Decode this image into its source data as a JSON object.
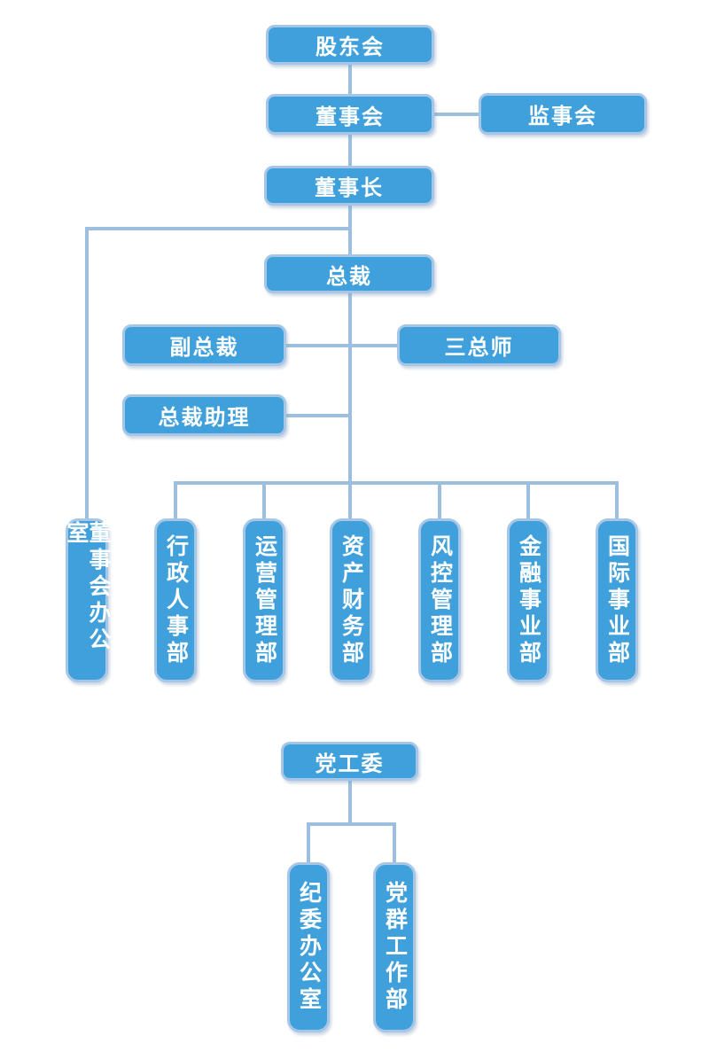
{
  "chart_type": "org-chart",
  "colors": {
    "node_fill": "#3FA0DC",
    "node_border": "#A6C6E7",
    "connector_line": "#9CBFE0",
    "node_text": "#FFFFFF",
    "background": "#FFFFFF"
  },
  "nodes": {
    "shareholders": "股东会",
    "board": "董事会",
    "supervisory": "监事会",
    "chairman": "董事长",
    "president": "总裁",
    "vice_president": "副总裁",
    "three_chiefs": "三总师",
    "president_assistant": "总裁助理",
    "departments": [
      "董事会办公室",
      "行政人事部",
      "运营管理部",
      "资产财务部",
      "风控管理部",
      "金融事业部",
      "国际事业部"
    ],
    "party_committee": "党工委",
    "party_departments": [
      "纪委办公室",
      "党群工作部"
    ]
  }
}
